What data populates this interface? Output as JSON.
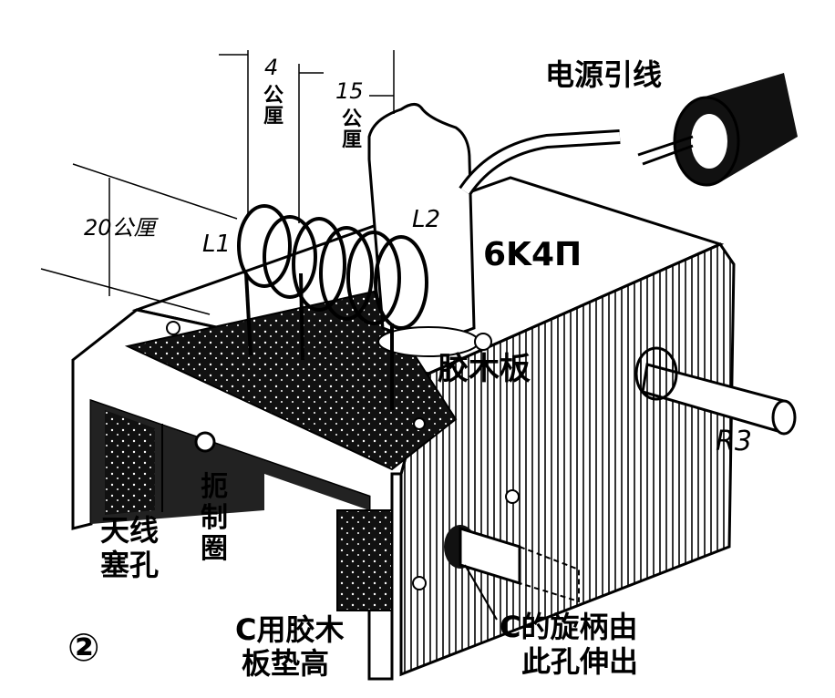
{
  "labels": {
    "power_lead": "电源引线",
    "dim_4": "4",
    "dim_4_unit": "公厘",
    "dim_15": "15",
    "dim_15_unit": "公厘",
    "dim_20": "20公厘",
    "l1": "L1",
    "l2": "L2",
    "tube": "6K4П",
    "bakelite_board": "胶木板",
    "r3": "R3",
    "antenna_jack_line1": "天线",
    "antenna_jack_line2": "塞孔",
    "choke_line1": "扼",
    "choke_line2": "制",
    "choke_line3": "圈",
    "c_raised_line1": "C用胶木",
    "c_raised_line2": "板垫高",
    "c_knob_line1": "C的旋柄由",
    "c_knob_line2": "此孔伸出",
    "figure_number": "②"
  }
}
